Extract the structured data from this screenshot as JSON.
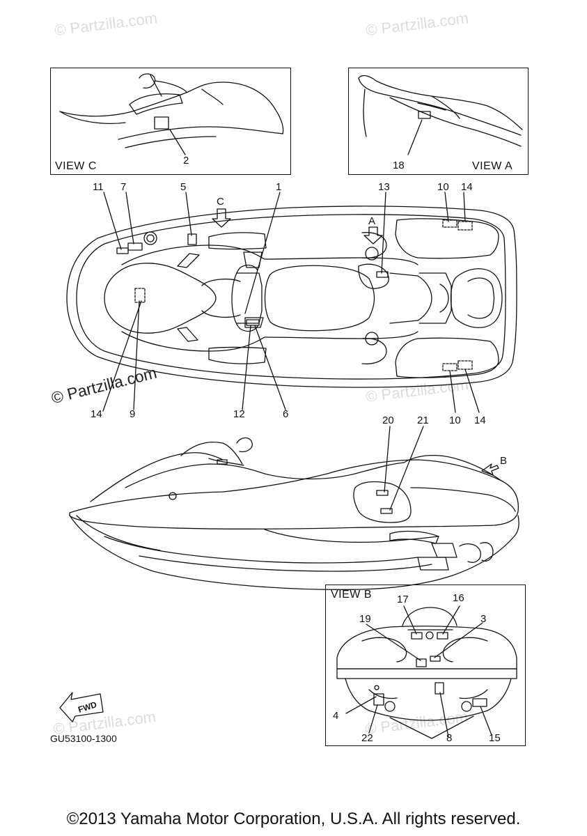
{
  "watermarks": {
    "light": [
      "© Partzilla.com",
      "© Partzilla.com",
      "© Partzilla.com",
      "© Partzilla.com",
      "© Partzilla.com"
    ],
    "dark": "© Partzilla.com"
  },
  "views": {
    "view_c": "VIEW C",
    "view_a": "VIEW A",
    "view_b": "VIEW B"
  },
  "arrows": {
    "c": "C",
    "a": "A",
    "b": "B"
  },
  "callouts": {
    "view_c": [
      "2"
    ],
    "view_a": [
      "18"
    ],
    "top": [
      "11",
      "7",
      "5",
      "1",
      "13",
      "10",
      "14",
      "14",
      "9",
      "12",
      "6",
      "10",
      "14"
    ],
    "side": [
      "20",
      "21"
    ],
    "view_b": [
      "17",
      "16",
      "19",
      "3",
      "4",
      "22",
      "8",
      "15"
    ]
  },
  "fwd_label": "FWD",
  "part_code": "GU53100-1300",
  "copyright": "©2013 Yamaha Motor Corporation, U.S.A. All rights reserved."
}
